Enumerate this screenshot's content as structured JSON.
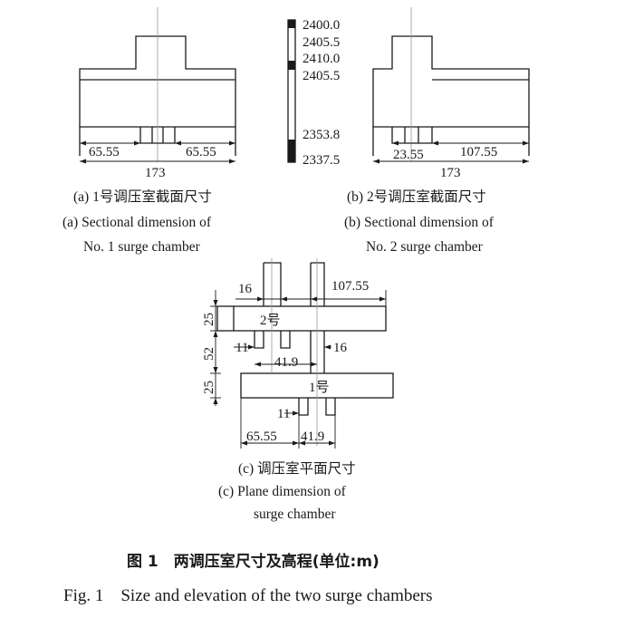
{
  "panel_a": {
    "left_width": "65.55",
    "right_width": "65.55",
    "total_width": "173",
    "caption_cn": "(a) 1号调压室截面尺寸",
    "caption_en_1": "(a) Sectional dimension of",
    "caption_en_2": "No. 1 surge chamber"
  },
  "elevations": {
    "e1": "2400.0",
    "e2": "2405.5",
    "e3": "2410.0",
    "e4": "2405.5",
    "e5": "2353.8",
    "e6": "2337.5"
  },
  "panel_b": {
    "left_width": "23.55",
    "right_width": "107.55",
    "total_width": "173",
    "caption_cn": "(b) 2号调压室截面尺寸",
    "caption_en_1": "(b)  Sectional dimension of",
    "caption_en_2": "No. 2 surge chamber"
  },
  "panel_c": {
    "dim_top_left": "16",
    "dim_top_right": "107.55",
    "dim_left_25_top": "25",
    "dim_left_52": "52",
    "dim_left_25_bottom": "25",
    "label_chamber_2": "2号",
    "label_chamber_1": "1号",
    "dim_11_upper": "11",
    "dim_16_right": "16",
    "dim_41_9_upper": "41.9",
    "dim_11_lower": "11",
    "dim_65_55": "65.55",
    "dim_41_9_lower": "41.9",
    "caption_cn": "(c) 调压室平面尺寸",
    "caption_en_1": "(c)  Plane dimension of",
    "caption_en_2": "surge chamber"
  },
  "figure": {
    "title_cn": "图 1　两调压室尺寸及高程(单位:m)",
    "title_en": "Fig. 1　Size and elevation of the two surge chambers"
  }
}
